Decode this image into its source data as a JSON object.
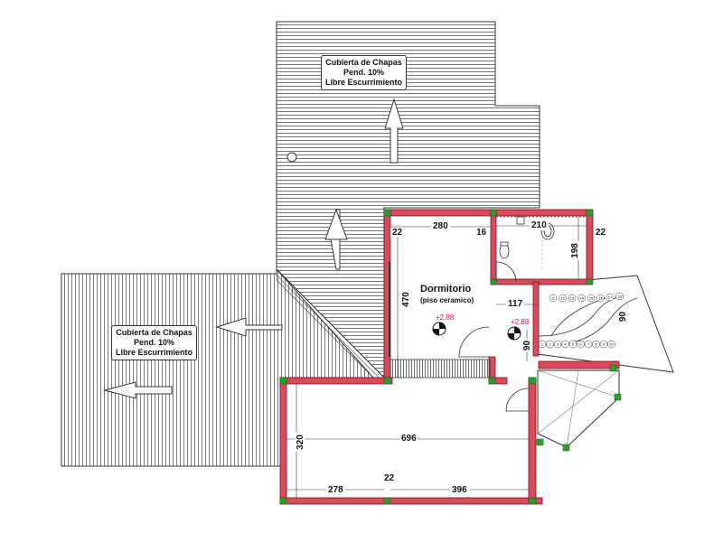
{
  "roof_right": {
    "line1": "Cubierta de Chapas",
    "line2": "Pend. 10%",
    "line3": "Libre Escurrimiento"
  },
  "roof_left": {
    "line1": "Cubierta de Chapas",
    "line2": "Pend. 10%",
    "line3": "Libre Escurrimiento"
  },
  "room": {
    "name": "Dormitorio",
    "floor": "(piso ceramico)"
  },
  "levels": {
    "bedroom": "+2.88",
    "hall": "+2.88"
  },
  "dimensions": {
    "bedroom_width": "280",
    "bedroom_depth": "470",
    "wall_left": "22",
    "wall_mid": "16",
    "bath_width": "210",
    "bath_depth": "198",
    "bath_wall": "22",
    "hall_width": "117",
    "hall_depth": "90",
    "stair_width": "90",
    "terrace_width": "696",
    "terrace_depth": "320",
    "bottom_left": "278",
    "bottom_right": "396",
    "bottom_wall": "22"
  },
  "stairs": {
    "steps": [
      "1",
      "2",
      "3",
      "4",
      "5",
      "6",
      "7",
      "8",
      "9",
      "10",
      "11",
      "12",
      "13",
      "14",
      "15",
      "16",
      "17",
      "18"
    ]
  },
  "colors": {
    "wall": "#d94a5a",
    "wall_outline": "#7a1020",
    "column": "#2f9a2f",
    "roof_line": "#555555",
    "level_mark": "#d0103a"
  }
}
